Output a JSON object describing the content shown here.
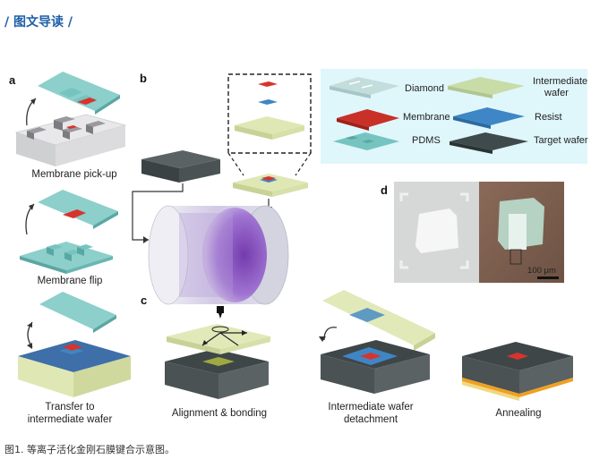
{
  "header": {
    "title": "/ 图文导读 /"
  },
  "panels": {
    "a": "a",
    "b": "b",
    "c": "c",
    "d": "d"
  },
  "steps": {
    "pickup": "Membrane pick-up",
    "flip": "Membrane flip",
    "transfer_1": "Transfer to",
    "transfer_2": "intermediate wafer",
    "align": "Alignment & bonding",
    "detach_1": "Intermediate wafer",
    "detach_2": "detachment",
    "anneal": "Annealing"
  },
  "legend": {
    "diamond": "Diamond",
    "intermediate_1": "Intermediate",
    "intermediate_2": "wafer",
    "membrane": "Membrane",
    "resist": "Resist",
    "pdms": "PDMS",
    "target": "Target wafer"
  },
  "micrograph": {
    "scale_bar": "100 μm"
  },
  "colors": {
    "diamond": "#c3dcdc",
    "intermediate": "#dfe8b4",
    "membrane": "#d8342c",
    "resist": "#3f86c6",
    "pdms": "#76c4c0",
    "target": "#404a4c",
    "legend_bg": "#dff6fb",
    "plasma": "#7a3fb8"
  },
  "caption": "图1. 等离子活化金刚石膜键合示意图。"
}
